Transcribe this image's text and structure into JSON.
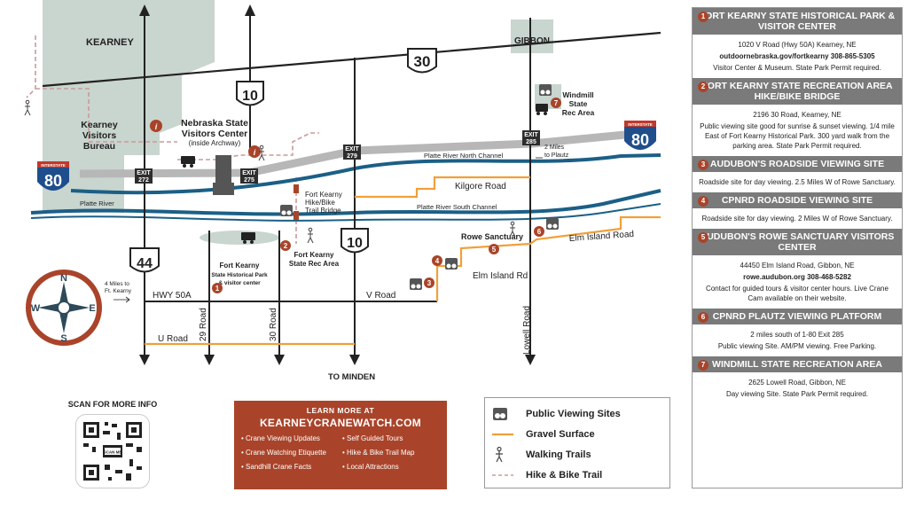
{
  "map": {
    "places": {
      "kearney": "KEARNEY",
      "gibbon": "GIBBON",
      "kearney_visitors_bureau": [
        "Kearney",
        "Visitors",
        "Bureau"
      ],
      "nebraska_visitors_center": [
        "Nebraska State",
        "Visitors Center"
      ],
      "inside_archway": "(inside Archway)",
      "windmill_rec_area": [
        "Windmill",
        "State",
        "Rec Area"
      ],
      "fort_kearney_hike_bridge": [
        "Fort Kearny",
        "Hike/Bike",
        "Trail Bridge"
      ],
      "fort_kearney_rec_area": [
        "Fort Kearny",
        "State Rec Area"
      ],
      "fort_kearny_hist_park": [
        "Fort Kearny",
        "State Historical Park",
        "& visitor center"
      ],
      "rowe_sanctuary": "Rowe Sanctuary",
      "to_minden": "TO MINDEN",
      "to_plautz": [
        "2 Miles",
        "to Plautz"
      ],
      "to_ft_kearny": [
        "4 Miles to",
        "Ft. Kearny"
      ]
    },
    "roads": {
      "hwy50a": "HWY 50A",
      "v_road": "V Road",
      "u_road": "U Road",
      "road29": "29 Road",
      "road30": "30 Road",
      "lowell_road": "Lowell Road",
      "kilgore_road": "Kilgore Road",
      "elm_island_road": "Elm Island Road",
      "elm_island_rd": "Elm Island Rd"
    },
    "water": {
      "platte_river": "Platte River",
      "north_channel": "Platte River North Channel",
      "south_channel": "Platte River South Channel"
    },
    "shields": {
      "us30": "30",
      "us10_top": "10",
      "us10_bottom": "10",
      "us44": "44",
      "i80_left": "80",
      "i80_right": "80",
      "interstate": "INTERSTATE"
    },
    "exits": {
      "exit272": [
        "EXIT",
        "272"
      ],
      "exit275": [
        "EXIT",
        "275"
      ],
      "exit279": [
        "EXIT",
        "279"
      ],
      "exit285": [
        "EXIT",
        "285"
      ]
    },
    "compass": {
      "n": "N",
      "s": "S",
      "e": "E",
      "w": "W"
    },
    "markers": [
      "1",
      "2",
      "3",
      "4",
      "5",
      "6",
      "7"
    ],
    "info_marker": "i"
  },
  "panel": {
    "sections": [
      {
        "num": "1",
        "title": "FORT KEARNY STATE HISTORICAL PARK & VISITOR CENTER",
        "lines": [
          "1020 V Road (Hwy 50A) Kearney, NE"
        ],
        "strong": "outdoornebraska.gov/fortkearny   308-865-5305",
        "after": [
          "Visitor Center & Museum. State Park Permit required."
        ]
      },
      {
        "num": "2",
        "title": "FORT KEARNY STATE RECREATION AREA HIKE/BIKE BRIDGE",
        "lines": [
          "2196 30 Road, Kearney, NE",
          "Public viewing site good for sunrise & sunset viewing. 1/4 mile East of Fort Kearny Historical Park. 300 yard walk from the parking area. State Park Permit required."
        ],
        "strong": "",
        "after": []
      },
      {
        "num": "3",
        "title": "AUDUBON'S ROADSIDE VIEWING SITE",
        "lines": [
          "Roadside site for day viewing. 2.5 Miles W of Rowe Sanctuary."
        ],
        "strong": "",
        "after": []
      },
      {
        "num": "4",
        "title": "CPNRD ROADSIDE VIEWING SITE",
        "lines": [
          "Roadside site for day viewing. 2 Miles W of Rowe Sanctuary."
        ],
        "strong": "",
        "after": []
      },
      {
        "num": "5",
        "title": "AUDUBON'S ROWE SANCTUARY VISITORS CENTER",
        "lines": [
          "44450 Elm Island Road, Gibbon, NE"
        ],
        "strong": "rowe.audubon.org   308-468-5282",
        "after": [
          "Contact for guided tours & visitor center hours. Live Crane Cam available on their website."
        ]
      },
      {
        "num": "6",
        "title": "CPNRD PLAUTZ VIEWING PLATFORM",
        "lines": [
          "2 miles south of 1-80 Exit 285",
          "Public viewing Site. AM/PM viewing. Free Parking."
        ],
        "strong": "",
        "after": []
      },
      {
        "num": "7",
        "title": "WINDMILL STATE RECREATION AREA",
        "lines": [
          "2625 Lowell Road, Gibbon, NE",
          "Day viewing Site. State Park Permit required."
        ],
        "strong": "",
        "after": []
      }
    ]
  },
  "scan": {
    "title": "SCAN FOR MORE INFO",
    "badge": "SCAN ME"
  },
  "learn": {
    "title": "LEARN MORE AT",
    "url": "KEARNEYCRANEWATCH.COM",
    "items": [
      "Crane Viewing Updates",
      "Self Guided Tours",
      "Crane Watching Etiquette",
      "Hike & Bike Trail Map",
      "Sandhill Crane Facts",
      "Local Attractions"
    ]
  },
  "legend": {
    "items": [
      "Public Viewing Sites",
      "Gravel Surface",
      "Walking Trails",
      "Hike & Bike Trail"
    ]
  },
  "colors": {
    "river": "#1b5f86",
    "gravel": "#f0a03a",
    "marker": "#a9442a",
    "town": "#c9d5cf",
    "interstate": "#1f4e8c",
    "road": "#222222"
  }
}
